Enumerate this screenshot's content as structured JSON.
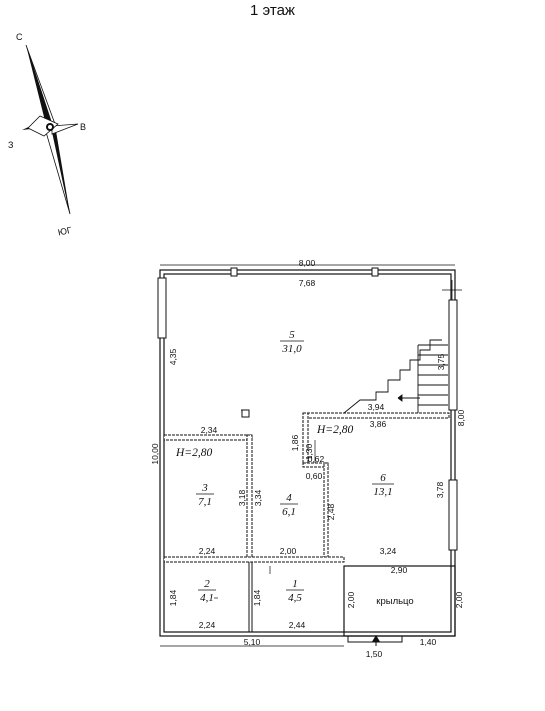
{
  "title": "1 этаж",
  "compass": {
    "north": "С",
    "south": "ЮГ",
    "east": "В",
    "west": "З"
  },
  "rooms": [
    {
      "number": "1",
      "area": "4,5"
    },
    {
      "number": "2",
      "area": "4,1"
    },
    {
      "number": "3",
      "area": "7,1"
    },
    {
      "number": "4",
      "area": "6,1"
    },
    {
      "number": "5",
      "area": "31,0"
    },
    {
      "number": "6",
      "area": "13,1"
    }
  ],
  "ceiling_heights": [
    "H=2,80",
    "H=2,80"
  ],
  "porch_label": "крыльцо",
  "dims": {
    "top_outer": "8,00",
    "top_inner": "7,68",
    "left_outer": "10,00",
    "left_upper": "4,35",
    "right_outer": "8,00",
    "stair_side": "3,75",
    "stair_width": "3,94",
    "room6_top": "3,86",
    "room6_height": "3,78",
    "room6_bottom": "3,24",
    "room3_top": "2,34",
    "room3_bottom": "2,24",
    "room3_height": "3,18",
    "hall_left_height": "3,34",
    "hall_right_height": "2,48",
    "hall_bottom": "2,00",
    "notch_a": "1,86",
    "notch_b": "1,30",
    "notch_c": "0,62",
    "notch_d": "0,60",
    "room2_height": "1,84",
    "room2_bottom": "2,24",
    "room1_height": "1,84",
    "room1_bottom": "2,44",
    "porch_top": "2,90",
    "porch_left": "2,00",
    "porch_right": "2,00",
    "bottom_outer": "5,10",
    "porch_step": "1,50",
    "porch_offset": "1,40"
  }
}
